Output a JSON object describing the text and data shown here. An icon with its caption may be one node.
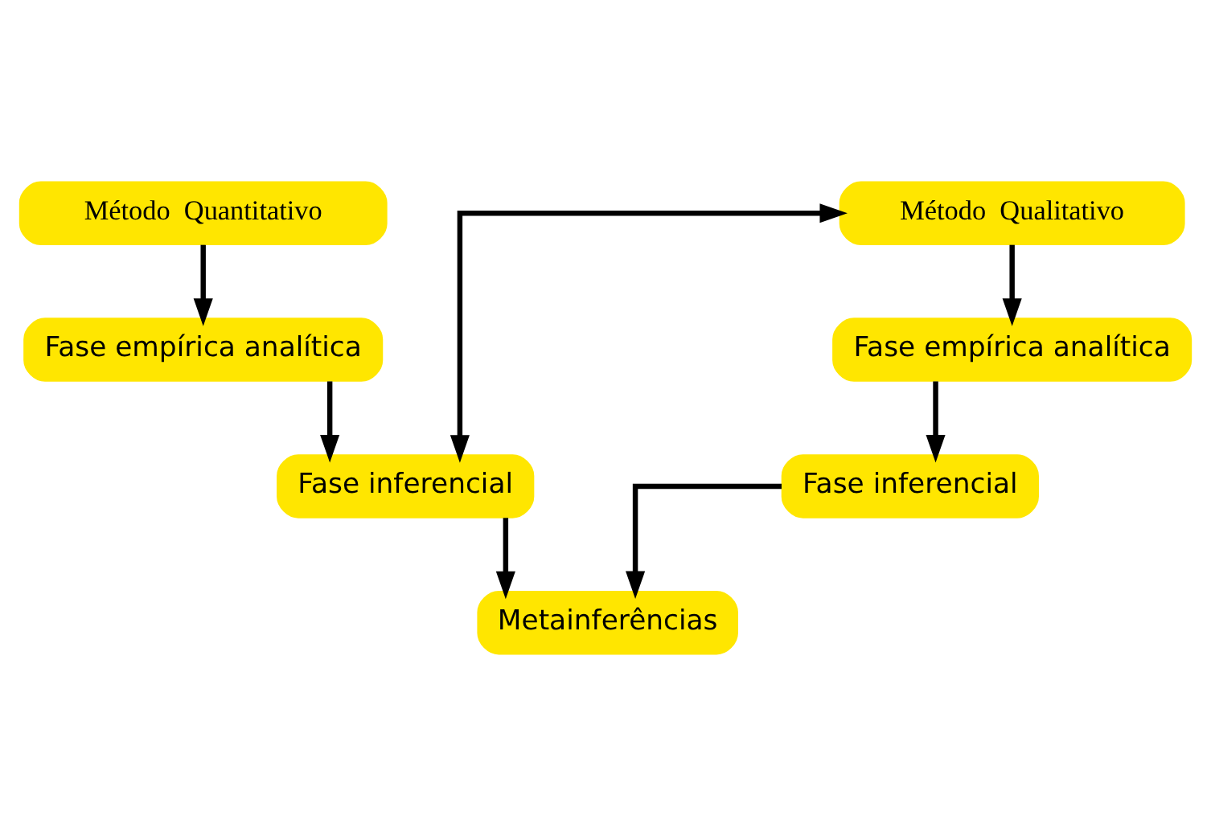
{
  "diagram": {
    "nodes": [
      {
        "text": [
          "Método  Quantitativo"
        ]
      },
      {
        "text": [
          "Fase empírica analítica"
        ]
      },
      {
        "text": [
          "Fase inferencial"
        ]
      },
      {
        "text": [
          "Método  Qualitativo"
        ]
      },
      {
        "text": [
          "Fase empírica analítica"
        ]
      },
      {
        "text": [
          "Fase inferencial"
        ]
      },
      {
        "text": [
          "Metainferências"
        ]
      }
    ],
    "edges": [
      {
        "from": 0,
        "to": 1,
        "arrow": "to"
      },
      {
        "from": 1,
        "to": 2,
        "arrow": "to"
      },
      {
        "from": 2,
        "to": 3,
        "arrow": "both"
      },
      {
        "from": 3,
        "to": 4,
        "arrow": "to"
      },
      {
        "from": 4,
        "to": 5,
        "arrow": "to"
      },
      {
        "from": 2,
        "to": 6,
        "arrow": "to"
      },
      {
        "from": 5,
        "to": 6,
        "arrow": "to"
      }
    ]
  }
}
